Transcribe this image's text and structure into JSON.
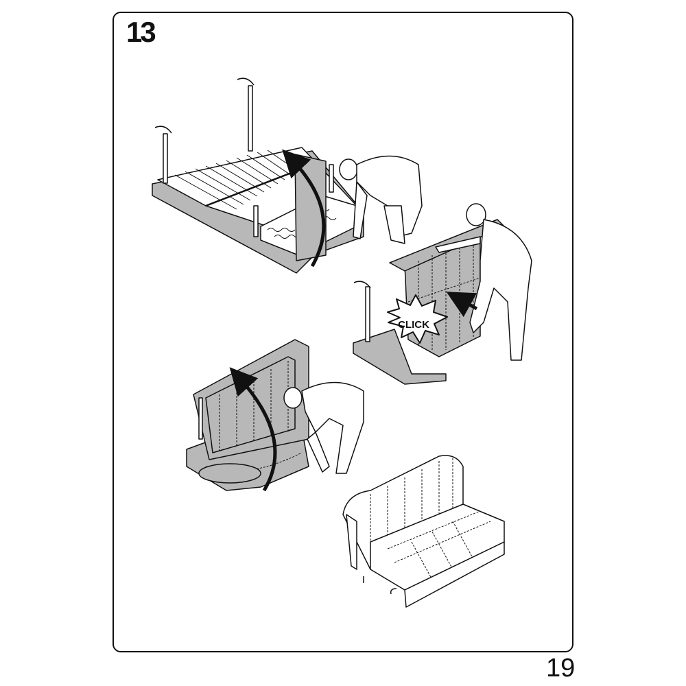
{
  "instruction": {
    "step_number": "13",
    "page_number": "19",
    "callout_text": "CLICK"
  },
  "colors": {
    "line": "#111111",
    "upholstery": "#b8b8b8",
    "frame": "#ffffff",
    "background": "#ffffff"
  },
  "icons": [
    "curved-arrow-icon",
    "straight-arrow-icon",
    "click-burst-icon"
  ]
}
